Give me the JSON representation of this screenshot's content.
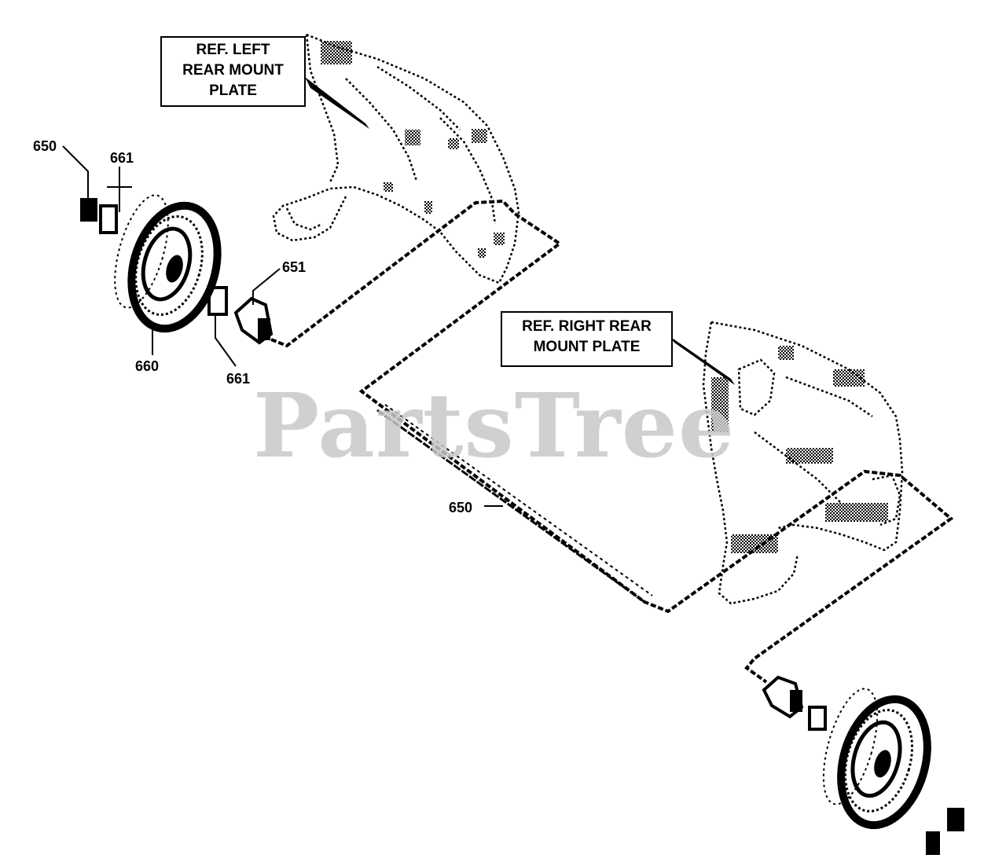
{
  "references": {
    "left_plate": "REF. LEFT\nREAR MOUNT\nPLATE",
    "right_plate": "REF. RIGHT REAR\nMOUNT PLATE"
  },
  "callouts": {
    "c650_top": "650",
    "c661_top": "661",
    "c651": "651",
    "c660": "660",
    "c661_bottom": "661",
    "c650_middle": "650"
  },
  "watermark": "PartsTree",
  "colors": {
    "ink": "#000000",
    "watermark": "#c8c8c8",
    "background": "#ffffff"
  }
}
